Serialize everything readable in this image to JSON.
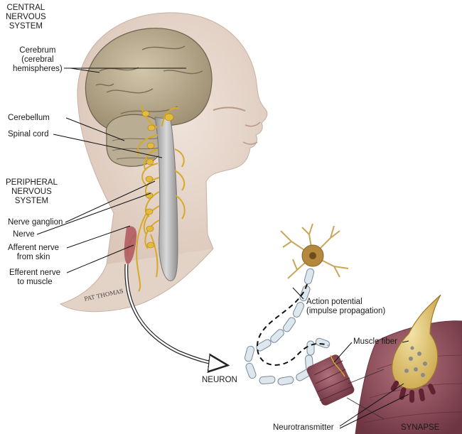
{
  "labels": {
    "cns": "CENTRAL\nNERVOUS\nSYSTEM",
    "cerebrum": "Cerebrum\n(cerebral\nhemispheres)",
    "cerebellum": "Cerebellum",
    "spinal_cord": "Spinal cord",
    "pns": "PERIPHERAL\nNERVOUS\nSYSTEM",
    "nerve_ganglion": "Nerve ganglion",
    "nerve": "Nerve",
    "afferent": "Afferent nerve\nfrom skin",
    "efferent": "Efferent nerve\nto muscle",
    "action_potential": "Action potential\n(impulse propagation)",
    "neuron": "NEURON",
    "muscle_fiber": "Muscle fiber",
    "neurotransmitter": "Neurotransmitter",
    "synapse": "SYNAPSE"
  },
  "artist_signature": "PAT THOMAS"
}
